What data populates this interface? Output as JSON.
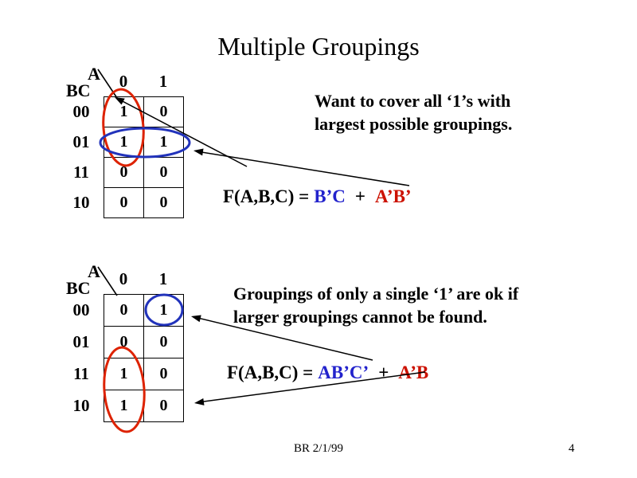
{
  "slide": {
    "title": "Multiple Groupings",
    "footer": "BR 2/1/99",
    "page_number": "4"
  },
  "colors": {
    "term_blue": "#2222cc",
    "term_red": "#cc1100",
    "grouping_red_ellipse": "#dd2200",
    "grouping_blue_ellipse": "#2233bb",
    "text": "#000000",
    "background": "#ffffff"
  },
  "kmap1": {
    "col_var": "A",
    "row_var": "BC",
    "col_headers": [
      "0",
      "1"
    ],
    "row_headers": [
      "00",
      "01",
      "11",
      "10"
    ],
    "cells": [
      [
        "1",
        "0"
      ],
      [
        "1",
        "1"
      ],
      [
        "0",
        "0"
      ],
      [
        "0",
        "0"
      ]
    ],
    "note_lines": [
      "Want to cover all ‘1’s with",
      "largest possible groupings."
    ],
    "equation": {
      "lhs": "F(A,B,C) =",
      "term1": "B’C",
      "operator": "+",
      "term2": "A’B’"
    }
  },
  "kmap2": {
    "col_var": "A",
    "row_var": "BC",
    "col_headers": [
      "0",
      "1"
    ],
    "row_headers": [
      "00",
      "01",
      "11",
      "10"
    ],
    "cells": [
      [
        "0",
        "1"
      ],
      [
        "0",
        "0"
      ],
      [
        "1",
        "0"
      ],
      [
        "1",
        "0"
      ]
    ],
    "note_lines": [
      "Groupings of only a single ‘1’ are ok if",
      "larger groupings cannot be found."
    ],
    "equation": {
      "lhs": "F(A,B,C) =",
      "term1": "AB’C’",
      "operator": "+",
      "term2": "A’B"
    }
  }
}
